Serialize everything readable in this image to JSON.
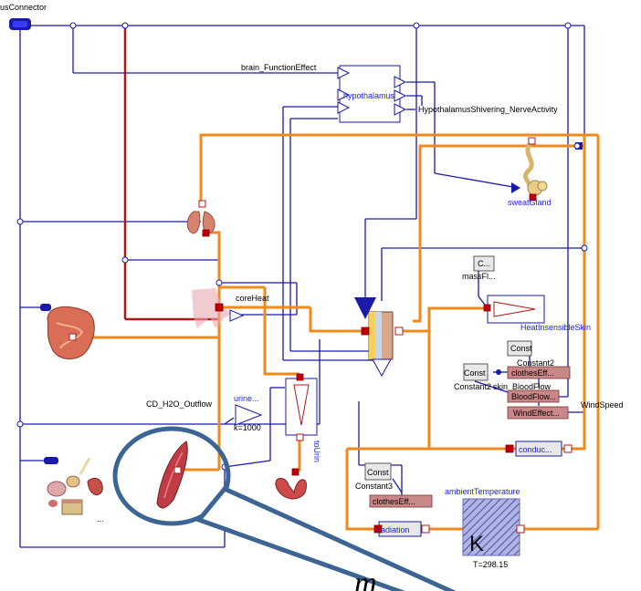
{
  "labels": {
    "bus_connector": "usConnector",
    "brain_function_effect": "brain_FunctionEffect",
    "hypothalamus": "hypothalamus",
    "shivering": "HypothalamusShivering_NerveActivity",
    "sweat_gland": "sweatGland",
    "mass_flow_const": "C...",
    "mass_flow": "massFl...",
    "core_heat": "coreHeat",
    "heat_sensible": "HeatInsensibleSkin",
    "const": "Const",
    "constant2": "Constant2",
    "clothes_effect": "clothesEff...",
    "skin_blood_flow": "skin_BloodFlow",
    "blood_flow": "BloodFlow...",
    "wind_effect": "WindEffect...",
    "wind_speed": "WindSpeed",
    "cd_h2o_outflow": "CD_H2O_Outflow",
    "urine": "urine...",
    "k1000": "k=1000",
    "to_urine": "toUrin",
    "conduction": "conduc...",
    "constant3": "Constant3",
    "clothes_effect2": "clothesEff...",
    "ambient_temperature": "ambientTemperature",
    "radiation": "radiation",
    "kelvin": "K",
    "t_value": "T=298.15",
    "ellipsis": "...",
    "magnifier_text": "m"
  },
  "colors": {
    "heat_wire": "#f08a1c",
    "signal_wire": "#1a1aa8",
    "bus_wire": "#b01818",
    "magnifier": "#3c6593"
  }
}
